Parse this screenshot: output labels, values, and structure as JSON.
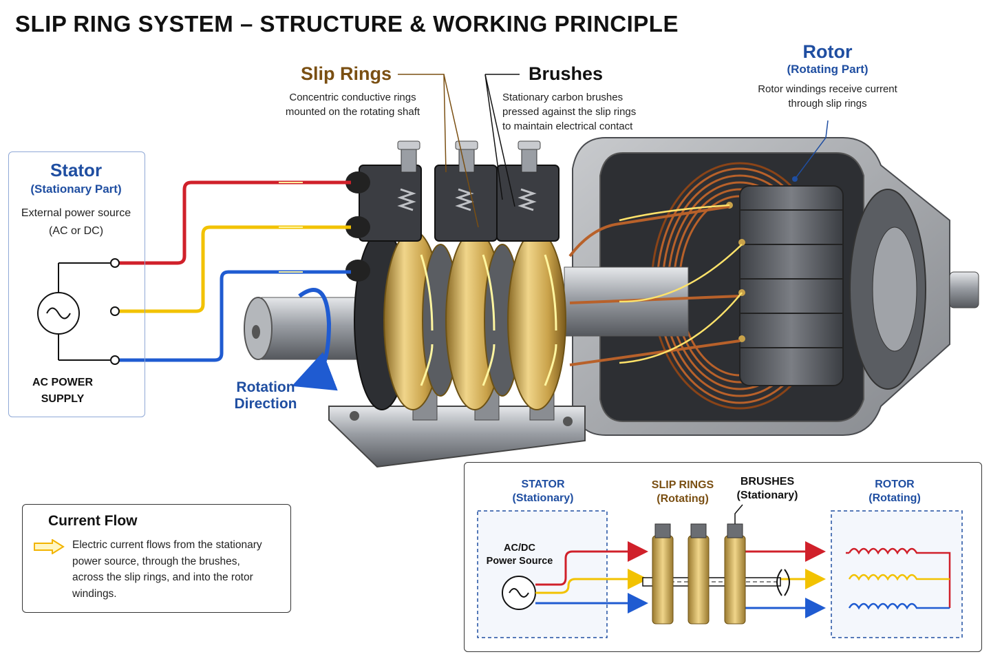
{
  "title": "SLIP RING SYSTEM – STRUCTURE & WORKING PRINCIPLE",
  "callouts": {
    "slip_rings": {
      "title": "Slip Rings",
      "desc_lines": [
        "Concentric conductive rings",
        "mounted on the rotating shaft"
      ]
    },
    "brushes": {
      "title": "Brushes",
      "desc_lines": [
        "Stationary carbon brushes",
        "pressed against the slip rings",
        "to maintain electrical contact"
      ]
    },
    "rotor": {
      "title": "Rotor",
      "subtitle": "(Rotating Part)",
      "desc_lines": [
        "Rotor windings receive current",
        "through slip rings"
      ]
    }
  },
  "stator_panel": {
    "title": "Stator",
    "subtitle": "(Stationary Part)",
    "desc_lines": [
      "External power source",
      "(AC or DC)"
    ],
    "supply_label_lines": [
      "AC POWER",
      "SUPPLY"
    ]
  },
  "rotation_label_lines": [
    "Rotation",
    "Direction"
  ],
  "legend": {
    "title": "Current Flow",
    "text_lines": [
      "Electric current flows from the stationary",
      "power source, through the brushes,",
      "across the slip rings, and into the rotor",
      "windings."
    ]
  },
  "schematic": {
    "stator_title": "STATOR",
    "stator_sub": "(Stationary)",
    "source_lines": [
      "AC/DC",
      "Power Source"
    ],
    "slip_title": "SLIP RINGS",
    "slip_sub": "(Rotating)",
    "brush_title": "BRUSHES",
    "brush_sub": "(Stationary)",
    "rotor_title": "ROTOR",
    "rotor_sub": "(Rotating)"
  },
  "colors": {
    "phase_red": "#d0202a",
    "phase_yellow": "#f2c200",
    "phase_blue": "#1f5bd1",
    "brass": "#c9a24a",
    "copper": "#b8612a",
    "steel": "#8a8d92",
    "accent_blue": "#1f4ea1",
    "accent_brown": "#7a4f12"
  }
}
